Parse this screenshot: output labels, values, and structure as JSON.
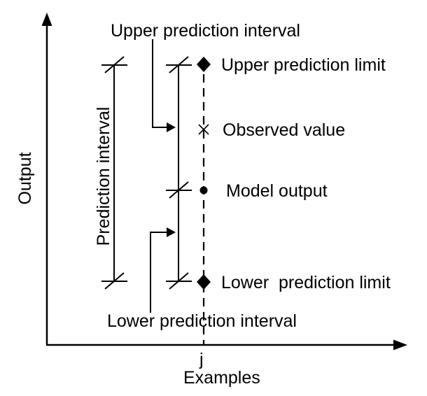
{
  "colors": {
    "ink": "#000000",
    "background": "#ffffff"
  },
  "axes": {
    "y_label": "Output",
    "x_label": "Examples",
    "x_tick_label": "j"
  },
  "callouts": {
    "upper_interval": "Upper prediction interval",
    "lower_interval": "Lower prediction interval",
    "prediction_interval": "Prediction interval"
  },
  "points": [
    {
      "marker": "filled-diamond",
      "label": "Upper prediction limit"
    },
    {
      "marker": "x-cross",
      "label": "Observed value"
    },
    {
      "marker": "filled-circle",
      "label": "Model output"
    },
    {
      "marker": "filled-diamond",
      "label": "Lower  prediction limit"
    }
  ]
}
